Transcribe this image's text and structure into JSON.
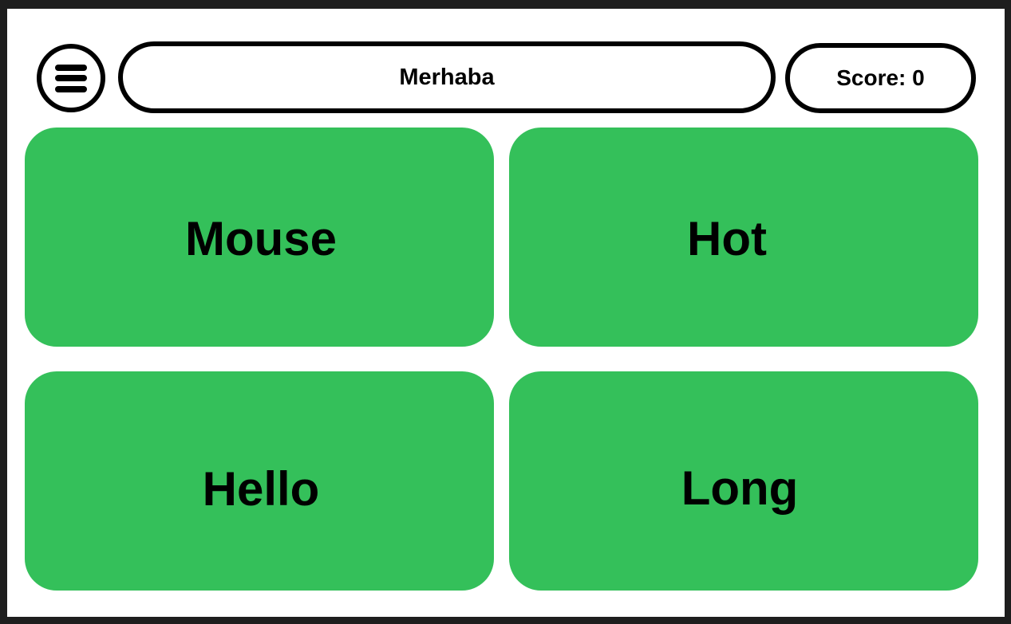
{
  "header": {
    "menu_icon": "hamburger-menu-icon",
    "prompt_word": "Merhaba",
    "score_label": "Score:",
    "score_value": "0"
  },
  "answers": [
    {
      "label": "Mouse"
    },
    {
      "label": "Hot"
    },
    {
      "label": "Hello"
    },
    {
      "label": "Long"
    }
  ],
  "colors": {
    "answer_tile": "#34c05a",
    "outline": "#000000",
    "page_background": "#ffffff",
    "outer_background": "#1e1e1e"
  }
}
